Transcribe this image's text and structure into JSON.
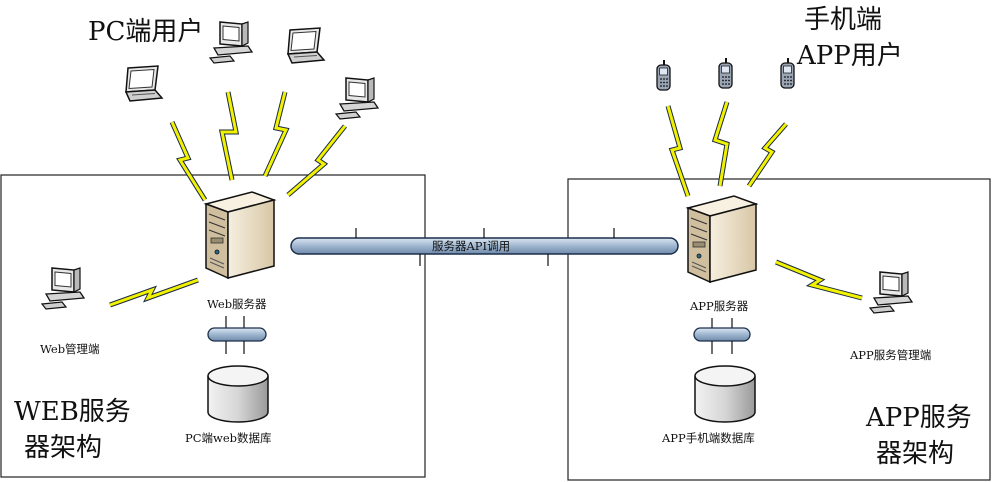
{
  "labels": {
    "pc_users": "PC端用户",
    "app_users_line1": "手机端",
    "app_users_line2": "APP用户",
    "api_call": "服务器API调用",
    "web_server": "Web服务器",
    "web_admin": "Web管理端",
    "pc_db": "PC端web数据库",
    "web_arch_line1": "WEB服务",
    "web_arch_line2": "器架构",
    "app_server": "APP服务器",
    "app_admin": "APP服务管理端",
    "app_db": "APP手机端数据库",
    "app_arch_line1": "APP服务",
    "app_arch_line2": "器架构"
  },
  "colors": {
    "bus_fill": "#9fb6d0",
    "bus_stroke": "#1c2f4a",
    "lightning": "#f2f200",
    "server_body": "#ece0c8",
    "frame": "#222222"
  },
  "icons": [
    "laptop-icon",
    "desktop-computer-icon",
    "mobile-phone-icon",
    "server-tower-icon",
    "database-cylinder-icon",
    "lightning-link-icon",
    "network-bus-icon"
  ]
}
